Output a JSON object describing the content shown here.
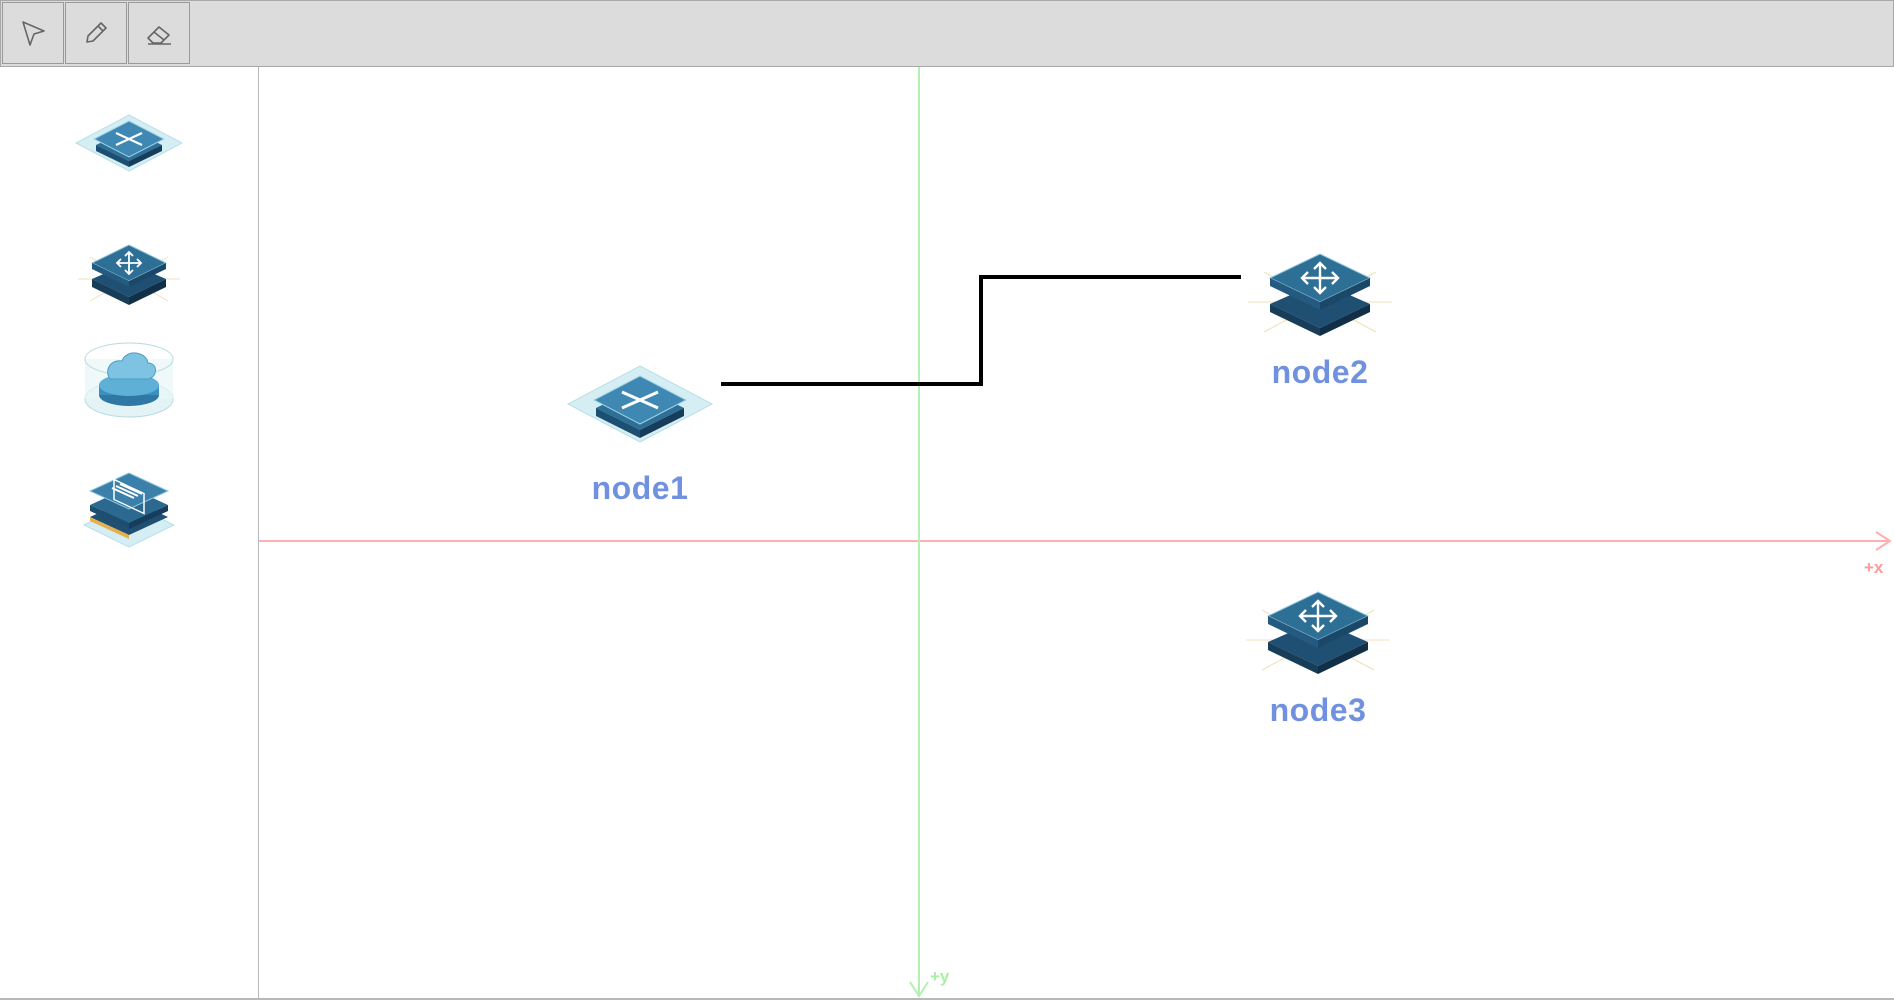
{
  "toolbar": {
    "tools": [
      {
        "name": "select",
        "icon": "cursor-arrow-icon"
      },
      {
        "name": "draw",
        "icon": "pencil-icon"
      },
      {
        "name": "erase",
        "icon": "eraser-icon"
      }
    ]
  },
  "palette": {
    "items": [
      {
        "type": "switch",
        "icon": "switch-device-icon"
      },
      {
        "type": "router",
        "icon": "router-device-icon"
      },
      {
        "type": "cloud",
        "icon": "cloud-device-icon"
      },
      {
        "type": "server",
        "icon": "server-device-icon"
      }
    ]
  },
  "canvas": {
    "axes": {
      "x_label": "+x",
      "y_label": "+y",
      "x_color": "#ff9a9a",
      "y_color": "#a6f0a6"
    },
    "nodes": [
      {
        "id": "node1",
        "label": "node1",
        "type": "switch"
      },
      {
        "id": "node2",
        "label": "node2",
        "type": "router"
      },
      {
        "id": "node3",
        "label": "node3",
        "type": "router"
      }
    ],
    "edges": [
      {
        "from": "node1",
        "to": "node2",
        "style": "orthogonal",
        "color": "#000000"
      }
    ],
    "label_color": "#7090e0"
  }
}
